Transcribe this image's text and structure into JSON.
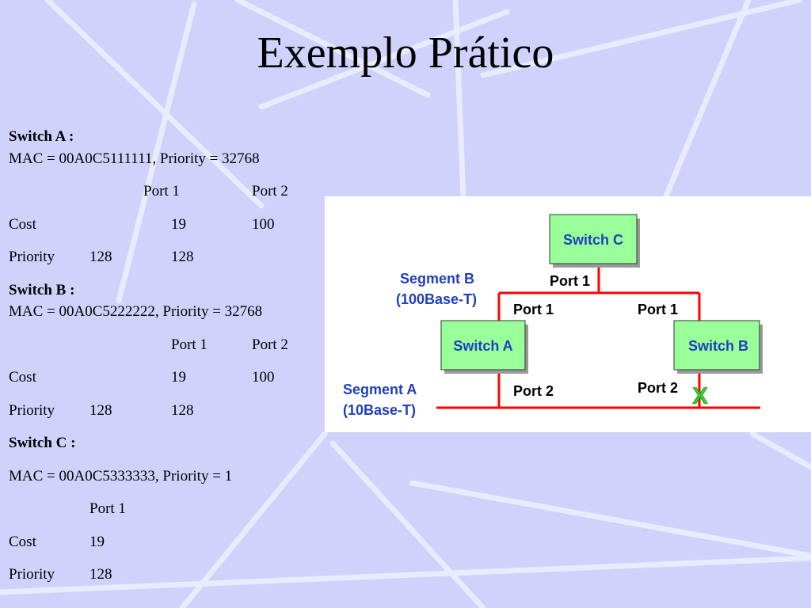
{
  "title": "Exemplo Prático",
  "switch_a": {
    "heading": "Switch A :",
    "mac": "MAC = 00A0C5111111, Priority = 32768",
    "port1": "Port 1",
    "port2": "Port 2",
    "cost_label": "Cost",
    "cost_p1": "19",
    "cost_p2": "100",
    "priority_label": "Priority",
    "priority_p1": "128",
    "priority_p2": "128"
  },
  "switch_b": {
    "heading": "Switch B :",
    "mac": "MAC = 00A0C5222222, Priority = 32768",
    "port1": "Port 1",
    "port2": "Port 2",
    "cost_label": "Cost",
    "cost_p1": "19",
    "cost_p2": "100",
    "priority_label": "Priority",
    "priority_p1": "128",
    "priority_p2": "128"
  },
  "switch_c": {
    "heading": "Switch C :",
    "mac": "MAC = 00A0C5333333, Priority = 1",
    "port1": "Port 1",
    "cost_label": "Cost",
    "cost_p1": "19",
    "priority_label": "Priority",
    "priority_p1": "128"
  },
  "diagram": {
    "switch_c": "Switch C",
    "switch_a": "Switch A",
    "switch_b": "Switch B",
    "segment_b_line1": "Segment B",
    "segment_b_line2": "(100Base-T)",
    "segment_a_line1": "Segment A",
    "segment_a_line2": "(10Base-T)",
    "c_port1": "Port 1",
    "a_port1": "Port 1",
    "b_port1": "Port 1",
    "a_port2": "Port 2",
    "b_port2": "Port 2",
    "blocked_mark": "X",
    "colors": {
      "switch_fill": "#99ff99",
      "segment_line": "#ff0000",
      "segment_label": "#1f3fbf",
      "blocked_mark": "#33cc33"
    }
  }
}
